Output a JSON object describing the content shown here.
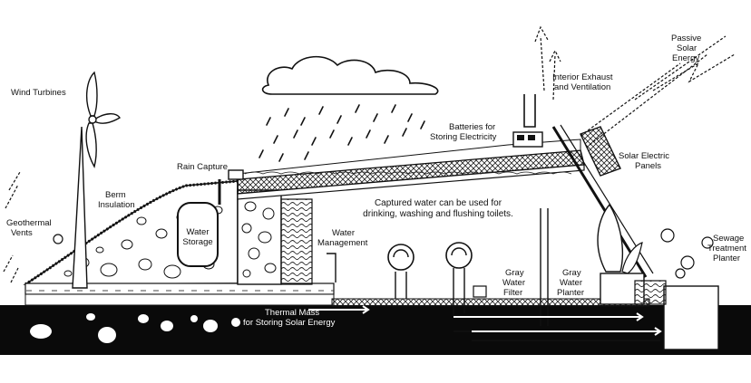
{
  "labels": {
    "wind_turbines": "Wind Turbines",
    "geothermal_vents_1": "Geothermal",
    "geothermal_vents_2": "Vents",
    "berm_insulation_1": "Berm",
    "berm_insulation_2": "Insulation",
    "rain_capture": "Rain Capture",
    "water_storage_1": "Water",
    "water_storage_2": "Storage",
    "water_management_1": "Water",
    "water_management_2": "Management",
    "batteries_1": "Batteries for",
    "batteries_2": "Storing Electricity",
    "interior_exhaust_1": "Interior Exhaust",
    "interior_exhaust_2": "and Ventilation",
    "passive_solar_1": "Passive",
    "passive_solar_2": "Solar",
    "passive_solar_3": "Energy",
    "solar_panels_1": "Solar Electric",
    "solar_panels_2": "Panels",
    "captured_water_1": "Captured water can be used for",
    "captured_water_2": "drinking, washing and flushing toilets.",
    "gray_water_filter_1": "Gray",
    "gray_water_filter_2": "Water",
    "gray_water_filter_3": "Filter",
    "gray_water_planter_1": "Gray",
    "gray_water_planter_2": "Water",
    "gray_water_planter_3": "Planter",
    "sewage_1": "Sewage",
    "sewage_2": "Treatment",
    "sewage_3": "Planter",
    "thermal_mass_1": "Thermal Mass",
    "thermal_mass_2": "for Storing Solar Energy"
  }
}
